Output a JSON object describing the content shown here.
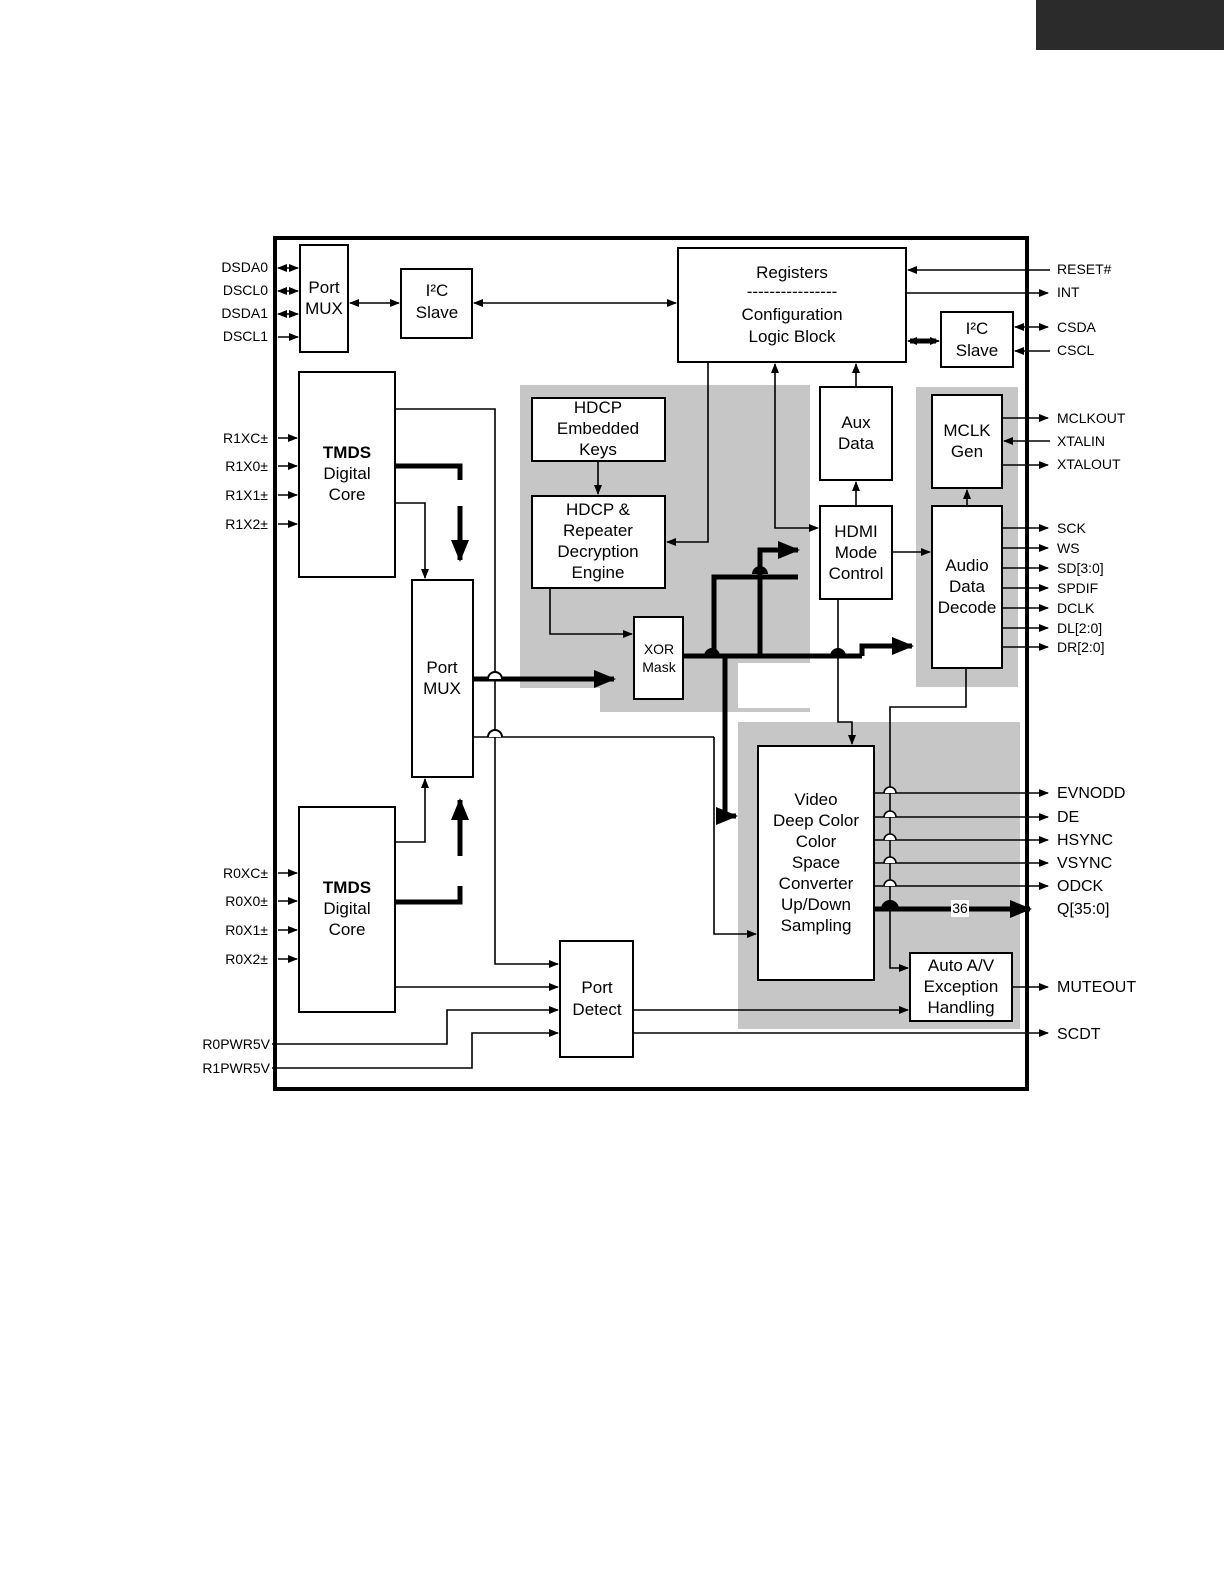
{
  "blocks": {
    "port_mux_ddc": [
      "Port",
      "MUX"
    ],
    "i2c_slave_left": [
      "I²C",
      "Slave"
    ],
    "registers": "Registers",
    "registers_sep": "----------------",
    "config_logic": [
      "Configuration",
      "Logic Block"
    ],
    "i2c_slave_right": [
      "I²C",
      "Slave"
    ],
    "hdcp_keys": [
      "HDCP",
      "Embedded",
      "Keys"
    ],
    "hdcp_engine": [
      "HDCP &",
      "Repeater",
      "Decryption",
      "Engine"
    ],
    "aux_data": [
      "Aux",
      "Data"
    ],
    "mclk_gen": [
      "MCLK",
      "Gen"
    ],
    "tmds_core_1": [
      "TMDS",
      "Digital",
      "Core"
    ],
    "tmds_core_0": [
      "TMDS",
      "Digital",
      "Core"
    ],
    "hdmi_mode_control": [
      "HDMI",
      "Mode",
      "Control"
    ],
    "audio_data_decode": [
      "Audio",
      "Data",
      "Decode"
    ],
    "port_mux_tmds": [
      "Port",
      "MUX"
    ],
    "xor_mask": [
      "XOR",
      "Mask"
    ],
    "video_block": [
      "Video",
      "Deep Color",
      "Color",
      "Space",
      "Converter",
      "Up/Down",
      "Sampling"
    ],
    "port_detect": [
      "Port",
      "Detect"
    ],
    "auto_av": [
      "Auto A/V",
      "Exception",
      "Handling"
    ],
    "bus_width_label": "36"
  },
  "left_pins": {
    "ddc": [
      "DSDA0",
      "DSCL0",
      "DSDA1",
      "DSCL1"
    ],
    "r1": [
      "R1XC±",
      "R1X0±",
      "R1X1±",
      "R1X2±"
    ],
    "r0": [
      "R0XC±",
      "R0X0±",
      "R0X1±",
      "R0X2±"
    ],
    "power": [
      "R0PWR5V",
      "R1PWR5V"
    ]
  },
  "right_pins": {
    "control": [
      "RESET#",
      "INT",
      "CSDA",
      "CSCL"
    ],
    "clock": [
      "MCLKOUT",
      "XTALIN",
      "XTALOUT"
    ],
    "audio": [
      "SCK",
      "WS",
      "SD[3:0]",
      "SPDIF",
      "DCLK",
      "DL[2:0]",
      "DR[2:0]"
    ],
    "video": [
      "EVNODD",
      "DE",
      "HSYNC",
      "VSYNC",
      "ODCK",
      "Q[35:0]"
    ],
    "status": [
      "MUTEOUT",
      "SCDT"
    ]
  }
}
